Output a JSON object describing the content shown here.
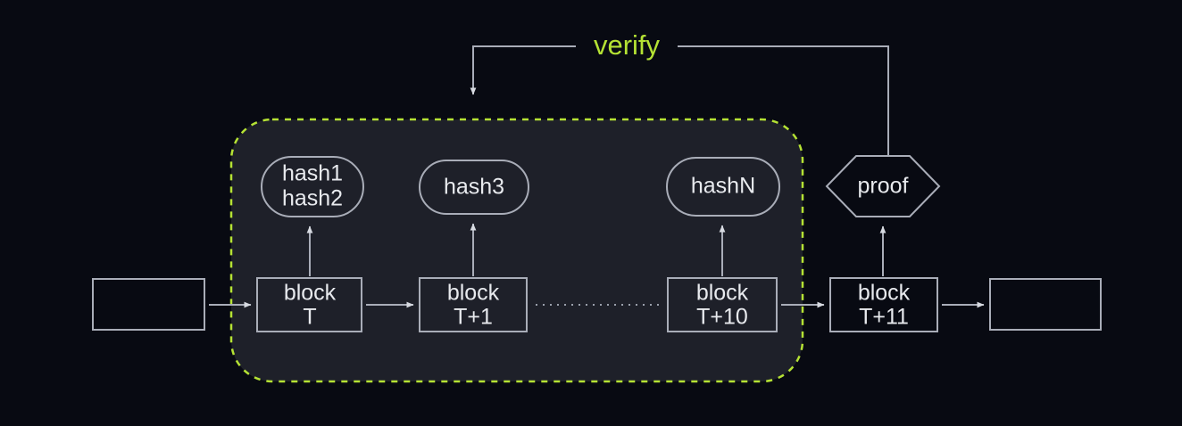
{
  "diagram": {
    "title_label": "verify",
    "accent_color": "#b5e234",
    "line_color": "#a9adb8",
    "text_color": "#e8eaee",
    "background_color": "#080a12",
    "region_fill_color": "#1e2029",
    "hash_nodes": [
      {
        "id": "hash-node-1",
        "line1": "hash1",
        "line2": "hash2"
      },
      {
        "id": "hash-node-2",
        "line1": "hash3",
        "line2": ""
      },
      {
        "id": "hash-node-n",
        "line1": "hashN",
        "line2": ""
      }
    ],
    "proof_node": {
      "label": "proof"
    },
    "blocks": [
      {
        "id": "block-prev",
        "line1": "",
        "line2": ""
      },
      {
        "id": "block-t",
        "line1": "block",
        "line2": "T"
      },
      {
        "id": "block-t1",
        "line1": "block",
        "line2": "T+1"
      },
      {
        "id": "block-t10",
        "line1": "block",
        "line2": "T+10"
      },
      {
        "id": "block-t11",
        "line1": "block",
        "line2": "T+11"
      },
      {
        "id": "block-next",
        "line1": "",
        "line2": ""
      }
    ]
  }
}
